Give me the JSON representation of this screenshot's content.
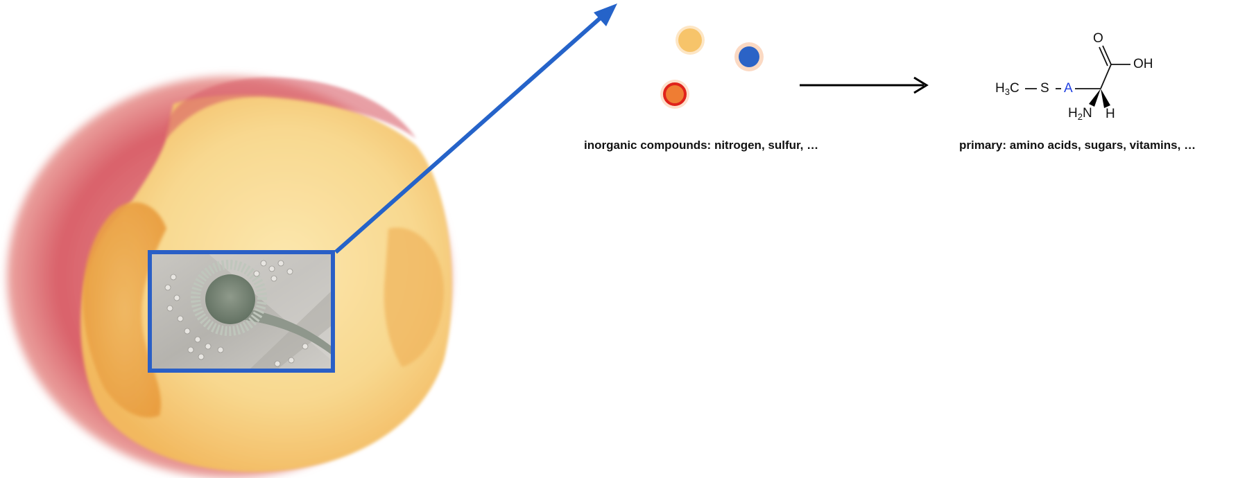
{
  "captions": {
    "inorganic": "inorganic compounds: nitrogen, sulfur, …",
    "primary": "primary: amino acids, sugars, vitamins, …"
  },
  "molecule": {
    "h3c": "H",
    "h3c_sub": "3",
    "h3c_tail": "C",
    "s": "S",
    "a": "A",
    "o": "O",
    "oh": "OH",
    "h2n": "H",
    "h2n_sub": "2",
    "h2n_tail": "N",
    "h": "H"
  },
  "colors": {
    "arrow_blue": "#2563c9",
    "frame_blue": "#2a5fc6",
    "dot_yellow": "#f7c46a",
    "dot_blue": "#2b63c6",
    "dot_orange": "#ef7d33",
    "dot_red_ring": "#e0231b",
    "atom_a": "#1f3fe0"
  }
}
